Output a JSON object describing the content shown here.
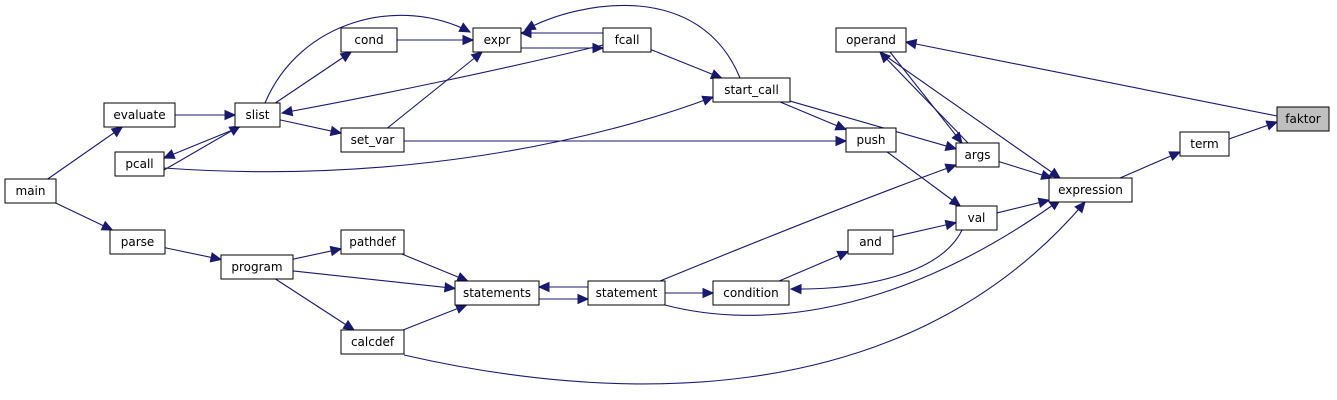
{
  "graph": {
    "nodes": {
      "main": {
        "label": "main"
      },
      "evaluate": {
        "label": "evaluate"
      },
      "parse": {
        "label": "parse"
      },
      "slist": {
        "label": "slist"
      },
      "pcall": {
        "label": "pcall"
      },
      "cond": {
        "label": "cond"
      },
      "set_var": {
        "label": "set_var"
      },
      "expr": {
        "label": "expr"
      },
      "fcall": {
        "label": "fcall"
      },
      "start_call": {
        "label": "start_call"
      },
      "push": {
        "label": "push"
      },
      "args": {
        "label": "args"
      },
      "val": {
        "label": "val"
      },
      "and": {
        "label": "and"
      },
      "condition": {
        "label": "condition"
      },
      "program": {
        "label": "program"
      },
      "pathdef": {
        "label": "pathdef"
      },
      "calcdef": {
        "label": "calcdef"
      },
      "statements": {
        "label": "statements"
      },
      "statement": {
        "label": "statement"
      },
      "operand": {
        "label": "operand"
      },
      "expression": {
        "label": "expression"
      },
      "term": {
        "label": "term"
      },
      "faktor": {
        "label": "faktor"
      }
    },
    "current_node": "faktor",
    "edges": [
      {
        "from": "main",
        "to": "evaluate"
      },
      {
        "from": "main",
        "to": "parse"
      },
      {
        "from": "evaluate",
        "to": "slist"
      },
      {
        "from": "parse",
        "to": "program"
      },
      {
        "from": "slist",
        "to": "pcall"
      },
      {
        "from": "pcall",
        "to": "slist"
      },
      {
        "from": "slist",
        "to": "cond"
      },
      {
        "from": "slist",
        "to": "expr"
      },
      {
        "from": "slist",
        "to": "set_var"
      },
      {
        "from": "cond",
        "to": "expr"
      },
      {
        "from": "set_var",
        "to": "expr"
      },
      {
        "from": "fcall",
        "to": "expr"
      },
      {
        "from": "expr",
        "to": "fcall"
      },
      {
        "from": "start_call",
        "to": "expr"
      },
      {
        "from": "fcall",
        "to": "start_call"
      },
      {
        "from": "fcall",
        "to": "slist"
      },
      {
        "from": "pcall",
        "to": "start_call"
      },
      {
        "from": "start_call",
        "to": "push"
      },
      {
        "from": "start_call",
        "to": "args"
      },
      {
        "from": "set_var",
        "to": "push"
      },
      {
        "from": "push",
        "to": "val"
      },
      {
        "from": "operand",
        "to": "args"
      },
      {
        "from": "args",
        "to": "operand"
      },
      {
        "from": "args",
        "to": "expression"
      },
      {
        "from": "val",
        "to": "expression"
      },
      {
        "from": "val",
        "to": "condition"
      },
      {
        "from": "operand",
        "to": "expression"
      },
      {
        "from": "faktor",
        "to": "operand"
      },
      {
        "from": "term",
        "to": "faktor"
      },
      {
        "from": "expression",
        "to": "term"
      },
      {
        "from": "and",
        "to": "val"
      },
      {
        "from": "condition",
        "to": "and"
      },
      {
        "from": "statement",
        "to": "condition"
      },
      {
        "from": "statement",
        "to": "args"
      },
      {
        "from": "statement",
        "to": "expression"
      },
      {
        "from": "statement",
        "to": "statements"
      },
      {
        "from": "statements",
        "to": "statement"
      },
      {
        "from": "program",
        "to": "pathdef"
      },
      {
        "from": "program",
        "to": "statements"
      },
      {
        "from": "program",
        "to": "calcdef"
      },
      {
        "from": "pathdef",
        "to": "statements"
      },
      {
        "from": "calcdef",
        "to": "statements"
      },
      {
        "from": "calcdef",
        "to": "expression"
      }
    ]
  }
}
